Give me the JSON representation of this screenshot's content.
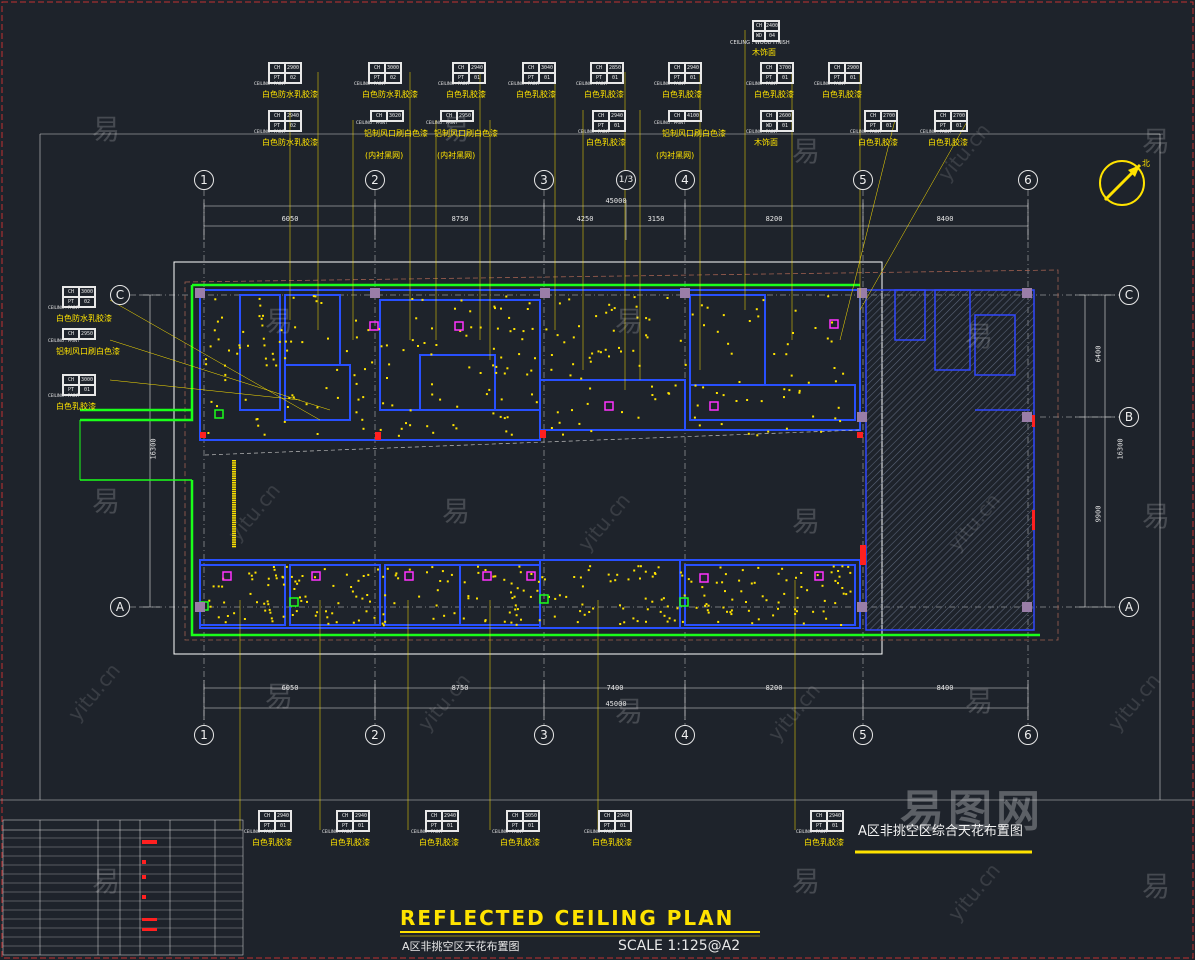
{
  "title": {
    "main": "REFLECTED  CEILING  PLAN",
    "sub": "A区非挑空区天花布置图",
    "scale": "SCALE  1:125@A2",
    "drawing_name": "A区非挑空区综合天花布置图"
  },
  "brand": "易图网",
  "watermarks": {
    "char": "易",
    "site": "yitu.cn"
  },
  "grid": {
    "columns": [
      "1",
      "2",
      "3",
      "1/3",
      "4",
      "5",
      "6"
    ],
    "columns_bottom": [
      "1",
      "2",
      "3",
      "4",
      "5",
      "6"
    ],
    "rows": [
      "C",
      "B",
      "A"
    ]
  },
  "dimensions": {
    "top": [
      "6050",
      "8750",
      "4250",
      "3150",
      "8200",
      "8400"
    ],
    "top_total": "45000",
    "bottom": [
      "6050",
      "8750",
      "7400",
      "8200",
      "8400"
    ],
    "bottom_total": "45000",
    "left_span": "16300",
    "right": [
      "6400",
      "9900"
    ],
    "right_total": "16300"
  },
  "ceiling_tags": {
    "top": [
      {
        "ch": "CH",
        "ch_val": "2900",
        "pt": "PT",
        "pt_val": "02",
        "label": "白色防水乳胶漆"
      },
      {
        "ch": "CH",
        "ch_val": "3000",
        "pt": "PT",
        "pt_val": "02",
        "label": "白色防水乳胶漆"
      },
      {
        "ch": "CH",
        "ch_val": "2940",
        "pt": "PT",
        "pt_val": "01",
        "label": "白色乳胶漆"
      },
      {
        "ch": "CH",
        "ch_val": "3040",
        "pt": "PT",
        "pt_val": "01",
        "label": "白色乳胶漆"
      },
      {
        "ch": "CH",
        "ch_val": "2850",
        "pt": "PT",
        "pt_val": "01",
        "label": "白色乳胶漆"
      },
      {
        "ch": "CH",
        "ch_val": "2940",
        "pt": "PT",
        "pt_val": "01",
        "label": "白色乳胶漆"
      },
      {
        "ch": "CH",
        "ch_val": "3700",
        "pt": "PT",
        "pt_val": "01",
        "label": "白色乳胶漆"
      },
      {
        "ch": "CH",
        "ch_val": "2900",
        "pt": "PT",
        "pt_val": "01",
        "label": "白色乳胶漆"
      }
    ],
    "top_row2": [
      {
        "ch": "CH",
        "ch_val": "2940",
        "pt": "PT",
        "pt_val": "02",
        "label": "白色防水乳胶漆"
      },
      {
        "ch": "CH",
        "ch_val": "3020",
        "pt": "",
        "pt_val": "",
        "label": "铝制风口刷白色漆"
      },
      {
        "ch": "CH",
        "ch_val": "2950",
        "pt": "",
        "pt_val": "",
        "label": "铝制风口刷白色漆"
      },
      {
        "ch": "CH",
        "ch_val": "2940",
        "pt": "PT",
        "pt_val": "01",
        "label": "白色乳胶漆"
      },
      {
        "ch": "CH",
        "ch_val": "4100",
        "pt": "",
        "pt_val": "",
        "label": "铝制风口刷白色漆"
      },
      {
        "ch": "CH",
        "ch_val": "2600",
        "pt": "WD",
        "pt_val": "01",
        "label": "木饰面"
      },
      {
        "ch": "CH",
        "ch_val": "2700",
        "pt": "PT",
        "pt_val": "01",
        "label": "白色乳胶漆"
      },
      {
        "ch": "CH",
        "ch_val": "2700",
        "pt": "PT",
        "pt_val": "01",
        "label": "白色乳胶漆"
      }
    ],
    "wood_tag": {
      "ch": "CH",
      "ch_val": "2400",
      "pt": "WD",
      "pt_val": "04",
      "label": "木饰面"
    },
    "inner_mesh": "(内衬黑网)",
    "ceiling_paint": "CEILING : PAINT",
    "ceiling_wood": "CEILING : WOOD FINISH",
    "left": [
      {
        "ch": "CH",
        "ch_val": "3000",
        "pt": "PT",
        "pt_val": "02",
        "label": "白色防水乳胶漆"
      },
      {
        "ch": "CH",
        "ch_val": "2950",
        "pt": "",
        "pt_val": "",
        "label": "铝制风口刷白色漆"
      },
      {
        "ch": "CH",
        "ch_val": "3000",
        "pt": "PT",
        "pt_val": "01",
        "label": "白色乳胶漆"
      }
    ],
    "bottom": [
      {
        "ch": "CH",
        "ch_val": "2940",
        "pt": "PT",
        "pt_val": "01",
        "label": "白色乳胶漆"
      },
      {
        "ch": "CH",
        "ch_val": "2940",
        "pt": "PT",
        "pt_val": "01",
        "label": "白色乳胶漆"
      },
      {
        "ch": "CH",
        "ch_val": "2940",
        "pt": "PT",
        "pt_val": "01",
        "label": "白色乳胶漆"
      },
      {
        "ch": "CH",
        "ch_val": "3050",
        "pt": "PT",
        "pt_val": "01",
        "label": "白色乳胶漆"
      },
      {
        "ch": "CH",
        "ch_val": "2940",
        "pt": "PT",
        "pt_val": "01",
        "label": "白色乳胶漆"
      },
      {
        "ch": "CH",
        "ch_val": "2940",
        "pt": "PT",
        "pt_val": "01",
        "label": "白色乳胶漆"
      }
    ]
  },
  "north_label": "北",
  "colors": {
    "background": "#1e232b",
    "yellow": "#ffe300",
    "green": "#1aff1a",
    "blue": "#2850ff",
    "magenta": "#ff33ff",
    "red": "#ff2020",
    "white": "#e8e8e8"
  }
}
